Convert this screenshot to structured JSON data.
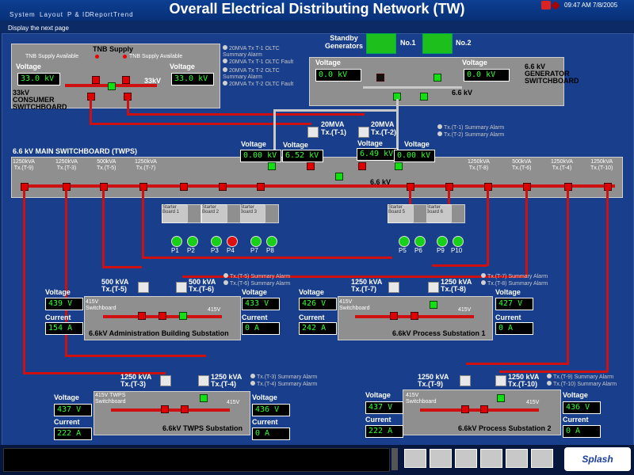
{
  "header": {
    "title": "Overall Electrical Distributing Network (TW)",
    "menu": [
      "System",
      "Layout",
      "P & ID",
      "Report",
      "Trend"
    ],
    "clock": "09:47 AM  7/8/2005",
    "hint": "Display the next page"
  },
  "tnb": {
    "title": "TNB Supply",
    "available_1": "TNB Supply Available",
    "available_2": "TNB Supply Available",
    "voltage_label_1": "Voltage",
    "voltage_1": "33.0 kV",
    "voltage_label_2": "Voltage",
    "voltage_2": "33.0 kV",
    "bus_label": "33kV",
    "switchboard": "33kV\nCONSUMER\nSWITCHBOARD",
    "alarms": [
      "20MVA Tx T-1 OLTC Summary Alarm",
      "20MVA Tx T-1 OLTC Fault",
      "20MVA Tx T-2 OLTC Summary Alarm",
      "20MVA Tx T-2 OLTC Fault"
    ]
  },
  "generators": {
    "title": "Standby\nGenerators",
    "no1": "No.1",
    "no2": "No.2",
    "voltage_label_1": "Voltage",
    "voltage_1": "0.0 kV",
    "voltage_label_2": "Voltage",
    "voltage_2": "0.0 kV",
    "switchboard": "6.6 kV\nGENERATOR\nSWITCHBOARD",
    "bus_label": "6.6 kV"
  },
  "main_tx": {
    "t1": "20MVA\nTx.(T-1)",
    "t2": "20MVA\nTx.(T-2)",
    "alarms": [
      "Tx.(T-1) Summary Alarm",
      "Tx.(T-2) Summary Alarm"
    ]
  },
  "main_sb": {
    "title": "6.6 kV MAIN SWITCHBOARD (TWPS)",
    "bus_label": "6.6 kV",
    "voltage_label_1": "Voltage",
    "voltage_1": "0.00 kV",
    "voltage_label_2": "Voltage",
    "voltage_2": "6.52 kV",
    "voltage_label_3": "Voltage",
    "voltage_3": "6.49 kV",
    "voltage_label_4": "Voltage",
    "voltage_4": "0.00 kV",
    "feeders_left": [
      "1250kVA\nTx.(T-9)",
      "1250kVA\nTx.(T-3)",
      "500kVA\nTx.(T-5)",
      "1250kVA\nTx.(T-7)"
    ],
    "feeders_right": [
      "1250kVA\nTx.(T-8)",
      "500kVA\nTx.(T-6)",
      "1250kVA\nTx.(T-4)",
      "1250kVA\nTx.(T-10)"
    ]
  },
  "starters": {
    "boards": [
      "Starter\nBoard 1",
      "Starter\nBoard 2",
      "Starter\nBoard 3",
      "Starter\nBoard 5",
      "Starter\nBoard 6"
    ],
    "pumps": [
      "P1",
      "P2",
      "P3",
      "P4",
      "P7",
      "P8",
      "P5",
      "P6",
      "P9",
      "P10"
    ]
  },
  "admin": {
    "title": "6.6kV Administration Building Substation",
    "sb": "415V\nSwitchboard",
    "bus": "415V",
    "tx_a": "500 kVA\nTx.(T-5)",
    "tx_b": "500 kVA\nTx.(T-6)",
    "alarms": [
      "Tx.(T-5) Summary Alarm",
      "Tx.(T-6) Summary Alarm"
    ],
    "v_label_l": "Voltage",
    "v_l": "439 V",
    "c_label_l": "Current",
    "c_l": "154 A",
    "v_label_r": "Voltage",
    "v_r": "433 V",
    "c_label_r": "Current",
    "c_r": "0 A"
  },
  "process1": {
    "title": "6.6kV Process Substation 1",
    "sb": "415V\nSwitchboard",
    "bus": "415V",
    "tx_a": "1250 kVA\nTx.(T-7)",
    "tx_b": "1250 kVA\nTx.(T-8)",
    "alarms": [
      "Tx.(T-7) Summary Alarm",
      "Tx.(T-8) Summary Alarm"
    ],
    "v_label_l": "Voltage",
    "v_l": "426 V",
    "c_label_l": "Current",
    "c_l": "242 A",
    "v_label_r": "Voltage",
    "v_r": "427 V",
    "c_label_r": "Current",
    "c_r": "0 A"
  },
  "twps": {
    "title": "6.6kV TWPS Substation",
    "sb": "415V TWPS\nSwitchboard",
    "bus": "415V",
    "tx_a": "1250 kVA\nTx.(T-3)",
    "tx_b": "1250 kVA\nTx.(T-4)",
    "alarms": [
      "Tx.(T-3) Summary Alarm",
      "Tx.(T-4) Summary Alarm"
    ],
    "v_label_l": "Voltage",
    "v_l": "437 V",
    "c_label_l": "Current",
    "c_l": "222 A",
    "v_label_r": "Voltage",
    "v_r": "436 V",
    "c_label_r": "Current",
    "c_r": "0 A"
  },
  "process2": {
    "title": "6.6kV Process Substation 2",
    "sb": "415V\nSwitchboard",
    "bus": "415V",
    "tx_a": "1250 kVA\nTx.(T-9)",
    "tx_b": "1250 kVA\nTx.(T-10)",
    "alarms": [
      "Tx.(T-9) Summary Alarm",
      "Tx.(T-10) Summary Alarm"
    ],
    "v_label_l": "Voltage",
    "v_l": "437 V",
    "c_label_l": "Current",
    "c_l": "222 A",
    "v_label_r": "Voltage",
    "v_r": "436 V",
    "c_label_r": "Current",
    "c_r": "0 A"
  },
  "footer": {
    "brand": "Splash"
  },
  "colors": {
    "closed": "#e00000",
    "open": "#12e012",
    "bus": "#cf1010",
    "background": "#183e8c"
  }
}
